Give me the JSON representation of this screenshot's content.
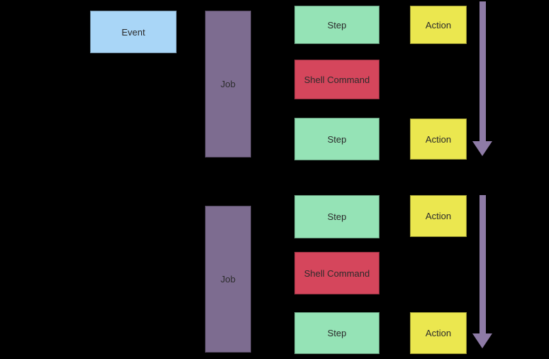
{
  "palette": {
    "background": "#000000",
    "event_fill": "#a9d6f7",
    "job_fill": "#7d6c90",
    "step_fill": "#95e3b6",
    "shell_command_fill": "#d5465c",
    "action_fill": "#ebe74f",
    "arrow_color": "#8e7ba6",
    "text_color": "#2b2b2b"
  },
  "icons": {
    "sequence_arrow": "down-arrow-icon"
  },
  "nodes": {
    "event": {
      "label": "Event"
    },
    "run1": {
      "job": {
        "label": "Job"
      },
      "steps": [
        {
          "label": "Step"
        },
        {
          "label": "Shell Command"
        },
        {
          "label": "Step"
        }
      ],
      "actions": [
        {
          "label": "Action"
        },
        {
          "label": "Action"
        }
      ]
    },
    "run2": {
      "job": {
        "label": "Job"
      },
      "steps": [
        {
          "label": "Step"
        },
        {
          "label": "Shell Command"
        },
        {
          "label": "Step"
        }
      ],
      "actions": [
        {
          "label": "Action"
        },
        {
          "label": "Action"
        }
      ]
    }
  }
}
